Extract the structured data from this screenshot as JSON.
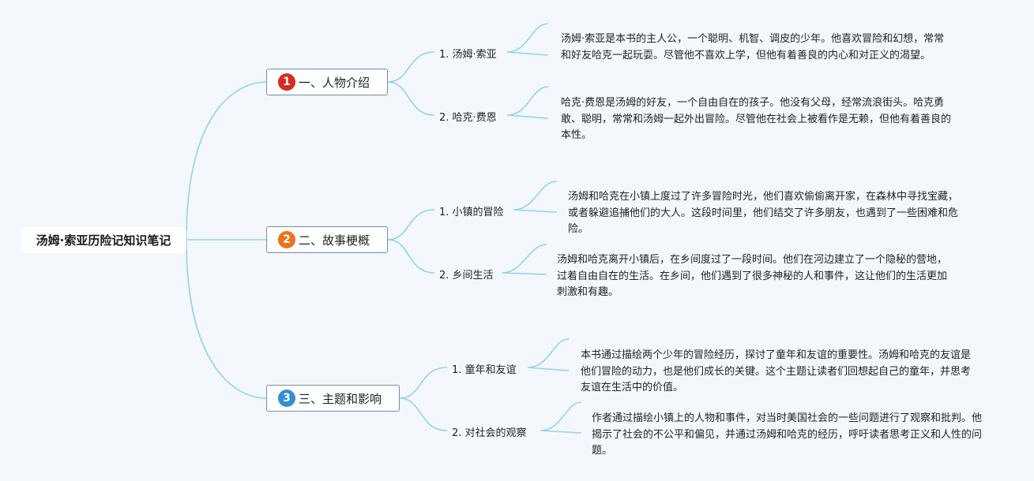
{
  "root": {
    "title": "汤姆·索亚历险记知识笔记"
  },
  "colors": {
    "link": "#8fd3ef",
    "badge_1": "#d62b1f",
    "badge_2": "#ee7219",
    "badge_3": "#2f8fd3"
  },
  "branches": [
    {
      "number": "1",
      "label": "一、人物介绍",
      "children": [
        {
          "label": "1. 汤姆·索亚",
          "text": "汤姆·索亚是本书的主人公，一个聪明、机智、调皮的少年。他喜欢冒险和幻想，常常和好友哈克一起玩耍。尽管他不喜欢上学，但他有着善良的内心和对正义的渴望。"
        },
        {
          "label": "2. 哈克·费恩",
          "text": "哈克·费恩是汤姆的好友，一个自由自在的孩子。他没有父母，经常流浪街头。哈克勇敢、聪明，常常和汤姆一起外出冒险。尽管他在社会上被看作是无赖，但他有着善良的本性。"
        }
      ]
    },
    {
      "number": "2",
      "label": "二、故事梗概",
      "children": [
        {
          "label": "1. 小镇的冒险",
          "text": "汤姆和哈克在小镇上度过了许多冒险时光，他们喜欢偷偷离开家，在森林中寻找宝藏，或者躲避追捕他们的大人。这段时间里，他们结交了许多朋友，也遇到了一些困难和危险。"
        },
        {
          "label": "2. 乡间生活",
          "text": "汤姆和哈克离开小镇后，在乡间度过了一段时间。他们在河边建立了一个隐秘的营地，过着自由自在的生活。在乡间，他们遇到了很多神秘的人和事件，这让他们的生活更加刺激和有趣。"
        }
      ]
    },
    {
      "number": "3",
      "label": "三、主题和影响",
      "children": [
        {
          "label": "1. 童年和友谊",
          "text": "本书通过描绘两个少年的冒险经历，探讨了童年和友谊的重要性。汤姆和哈克的友谊是他们冒险的动力，也是他们成长的关键。这个主题让读者们回想起自己的童年，并思考友谊在生活中的价值。"
        },
        {
          "label": "2. 对社会的观察",
          "text": "作者通过描绘小镇上的人物和事件，对当时美国社会的一些问题进行了观察和批判。他揭示了社会的不公平和偏见，并通过汤姆和哈克的经历，呼吁读者思考正义和人性的问题。"
        }
      ]
    }
  ]
}
